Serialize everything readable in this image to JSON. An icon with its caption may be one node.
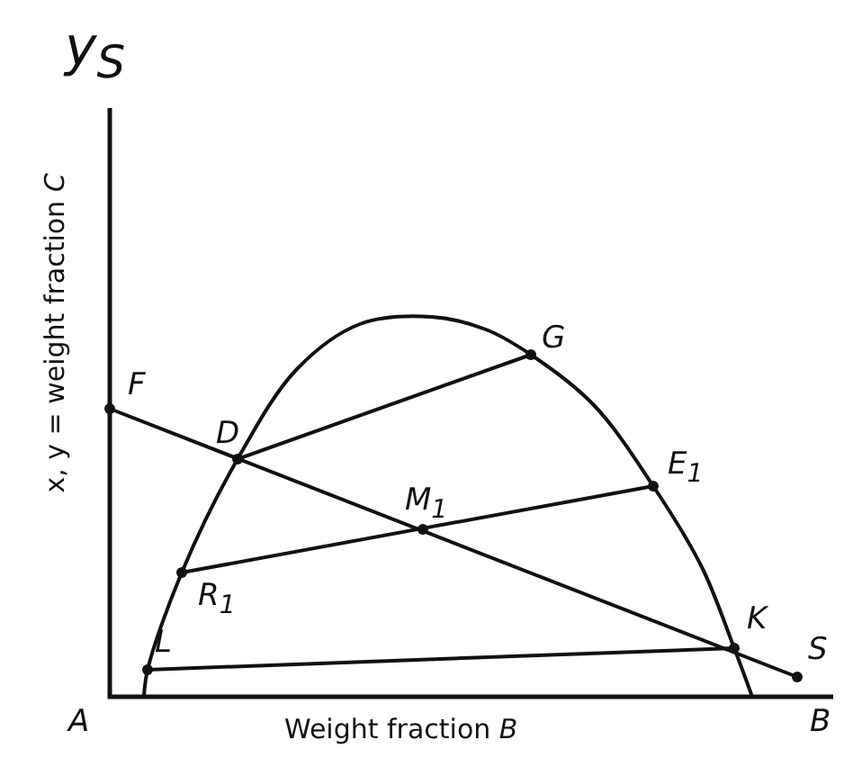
{
  "diagram": {
    "labels": [
      "y$_{S}$",
      "x, y = weight fraction *C*",
      "F",
      "D",
      "G",
      "M$_{1}$",
      "E$_{1}$",
      "R$_{1}$",
      "L",
      "K",
      "S",
      "A",
      "B",
      "Weight fraction *B*"
    ]
  }
}
